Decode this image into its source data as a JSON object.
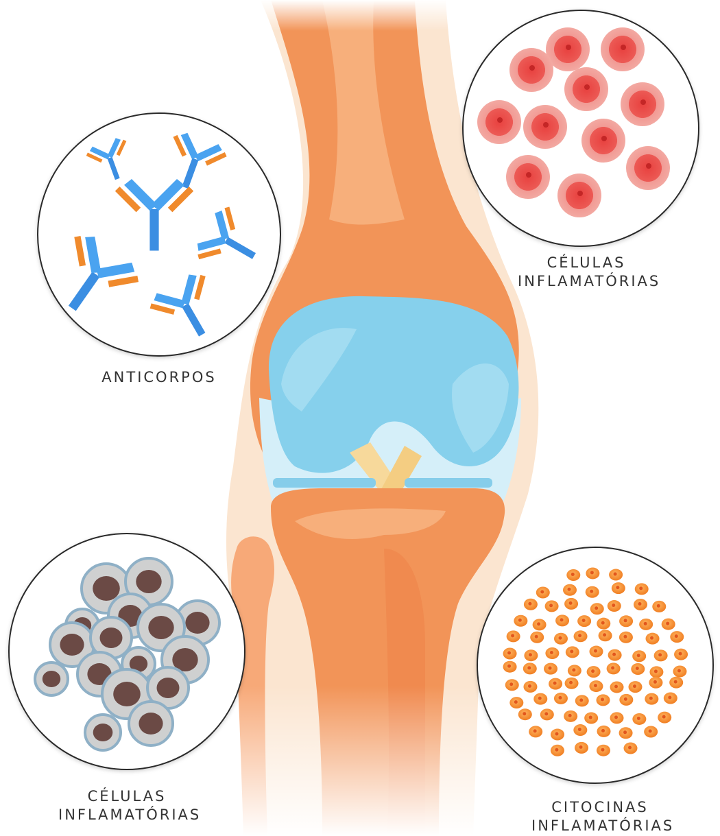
{
  "diagram": {
    "panels": [
      {
        "id": "antibodies",
        "lines": [
          "ANTICORPOS"
        ],
        "icon": "antibody-icon"
      },
      {
        "id": "inflammatory-cells-red",
        "lines": [
          "CÉLULAS",
          "INFLAMATÓRIAS"
        ],
        "icon": "red-cell-icon",
        "color": "#e8413f"
      },
      {
        "id": "inflammatory-cells-gray",
        "lines": [
          "CÉLULAS",
          "INFLAMATÓRIAS"
        ],
        "icon": "gray-cell-icon",
        "color": "#6b4a45"
      },
      {
        "id": "inflammatory-cytokines",
        "lines": [
          "CITOCINAS",
          "INFLAMATÓRIAS"
        ],
        "icon": "cytokine-icon",
        "color": "#f08a2c"
      }
    ]
  },
  "colors": {
    "bone": "#f3955a",
    "bone_light": "#fbc8a0",
    "cartilage": "#86d2ee",
    "synovial": "#d3eef8",
    "ligament": "#f7dda8"
  }
}
